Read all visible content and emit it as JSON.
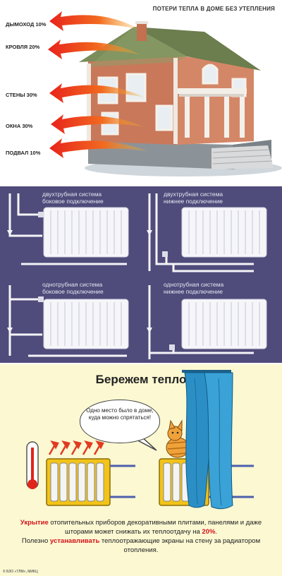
{
  "heat_loss": {
    "title": "ПОТЕРИ ТЕПЛА В ДОМЕ БЕЗ УТЕПЛЕНИЯ",
    "items": [
      {
        "label": "ДЫМОХОД 10%"
      },
      {
        "label": "КРОВЛЯ 20%"
      },
      {
        "label": "СТЕНЫ 30%"
      },
      {
        "label": "ОКНА 30%"
      },
      {
        "label": "ПОДВАЛ 10%"
      }
    ]
  },
  "connections": [
    {
      "line1": "двухтрубная система",
      "line2": "боковое подключение"
    },
    {
      "line1": "двухтрубная система",
      "line2": "нижнее подключение"
    },
    {
      "line1": "однотрубная система",
      "line2": "боковое подключение"
    },
    {
      "line1": "однотрубная система",
      "line2": "нижнее подключение"
    }
  ],
  "save_heat": {
    "title": "Бережем тепло",
    "bubble": "Одно место было в доме, куда можно спрятаться!",
    "cap1_hl": "Укрытие",
    "cap1_rest": " отопительных приборов декоративными плитами, панелями и даже шторами может снижать их теплоотдачу на ",
    "cap1_pct": "20%",
    "cap1_end": ".",
    "cap2_start": "Полезно ",
    "cap2_hl": "устанавливать",
    "cap2_rest": " теплоотражающие экраны на стену за радиатором отопления.",
    "copyright": "© БЗО «ТЛМ», МИКЦ"
  }
}
